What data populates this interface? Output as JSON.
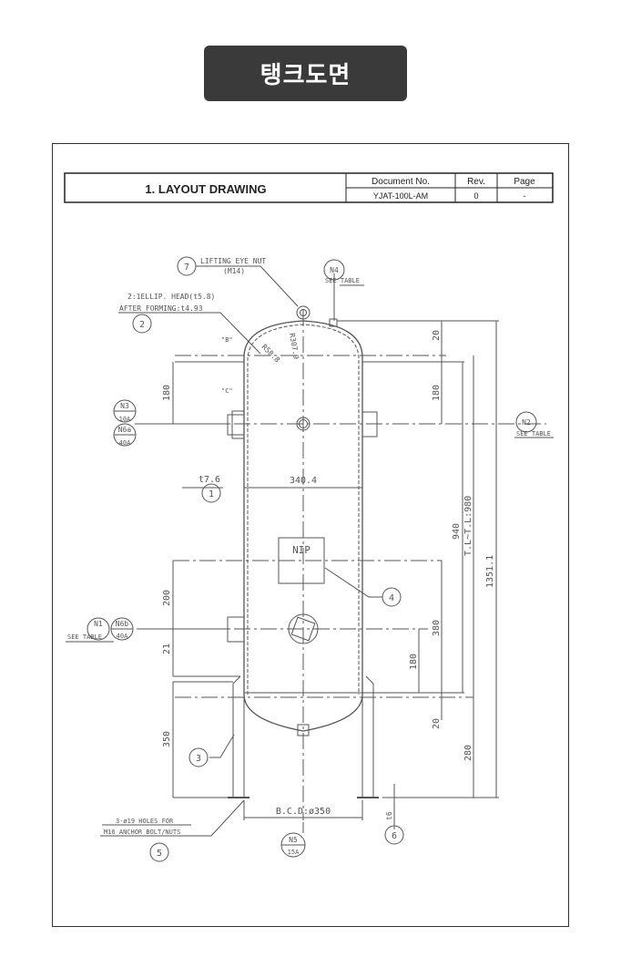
{
  "banner": {
    "title": "탱크도면"
  },
  "title_block": {
    "title": "1. LAYOUT DRAWING",
    "doc_no_label": "Document No.",
    "rev_label": "Rev.",
    "page_label": "Page",
    "doc_no": "YJAT-100L-AM",
    "rev": "0",
    "page": "-"
  },
  "drawing": {
    "lifting_eye": {
      "num": "7",
      "line1": "LIFTING EYE NUT",
      "line2": "(M14)"
    },
    "head": {
      "num": "2",
      "line1": "2:1ELLIP. HEAD(t5.8)",
      "line2": "AFTER FORMING:t4.93"
    },
    "detail_b": "\"B\"",
    "detail_c": "\"C\"",
    "r_knuckle": "R58.8",
    "r_crown": "R307.9",
    "n4": {
      "id": "N4",
      "sub": "SEE TABLE"
    },
    "n2": {
      "id": "N2",
      "sub": "SEE TABLE"
    },
    "n3": {
      "id": "N3",
      "sub": "10A"
    },
    "n6a": {
      "id": "N6a",
      "sub": "40A"
    },
    "n1": {
      "id": "N1",
      "sub": "SEE TABLE"
    },
    "n6b": {
      "id": "N6b",
      "sub": "40A"
    },
    "n5": {
      "id": "N5",
      "sub": "15A"
    },
    "shell": {
      "num": "1",
      "thk": "t7.6",
      "dia": "340.4"
    },
    "nameplate": {
      "num": "4",
      "label": "NIP"
    },
    "leg": {
      "num": "3"
    },
    "anchor": {
      "num": "5",
      "line1": "3-ø19 HOLES FOR",
      "line2": "M16 ANCHOR BOLT/NUTS"
    },
    "base_plate": {
      "num": "6",
      "thk": "t6"
    },
    "bcd": "B.C.D:ø350",
    "dims": {
      "left_180": "180",
      "left_200": "200",
      "left_21": "21",
      "left_350": "350",
      "right_20_top": "20",
      "right_180_top": "180",
      "right_940": "940",
      "right_tl": "T.L~T.L:980",
      "right_1351": "1351.1",
      "right_380": "380",
      "right_180_bot": "180",
      "right_20_bot": "20",
      "right_280": "280"
    }
  }
}
